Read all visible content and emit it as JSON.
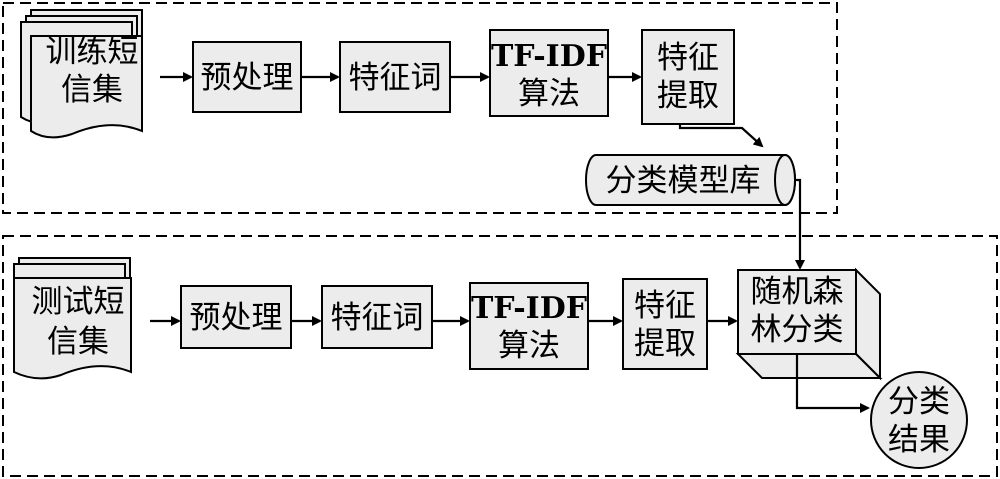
{
  "train_group": {
    "source": [
      "训练短",
      "信集"
    ],
    "preprocess": "预处理",
    "feature_words": "特征词",
    "tfidf": [
      "TF-IDF",
      "算法"
    ],
    "feature_extract": [
      "特征",
      "提取"
    ]
  },
  "model_db": "分类模型库",
  "test_group": {
    "source": [
      "测试短",
      "信集"
    ],
    "preprocess": "预处理",
    "feature_words": "特征词",
    "tfidf": [
      "TF-IDF",
      "算法"
    ],
    "feature_extract": [
      "特征",
      "提取"
    ],
    "classifier": [
      "随机森",
      "林分类"
    ]
  },
  "result": [
    "分类",
    "结果"
  ]
}
